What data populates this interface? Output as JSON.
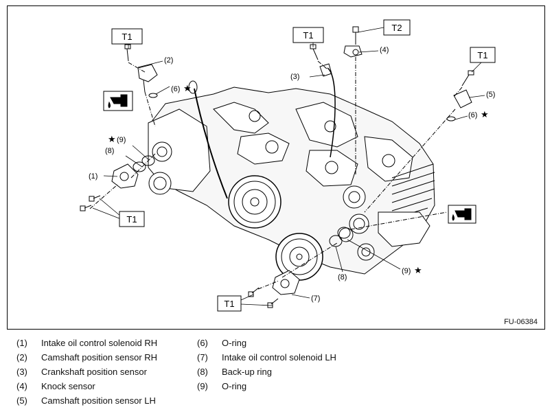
{
  "figure_code": "FU-06384",
  "torque_labels": {
    "t1": "T1",
    "t2": "T2"
  },
  "callouts": {
    "c1": "(1)",
    "c2": "(2)",
    "c3": "(3)",
    "c4": "(4)",
    "c5": "(5)",
    "c6a": "(6)",
    "c6b": "(6)",
    "c7": "(7)",
    "c8a": "(8)",
    "c8b": "(8)",
    "c9a": "(9)",
    "c9b": "(9)",
    "star": "★"
  },
  "legend": {
    "left": [
      {
        "num": "(1)",
        "text": "Intake oil control solenoid RH"
      },
      {
        "num": "(2)",
        "text": "Camshaft position sensor RH"
      },
      {
        "num": "(3)",
        "text": "Crankshaft position sensor"
      },
      {
        "num": "(4)",
        "text": "Knock sensor"
      },
      {
        "num": "(5)",
        "text": "Camshaft position sensor LH"
      }
    ],
    "right": [
      {
        "num": "(6)",
        "text": "O-ring"
      },
      {
        "num": "(7)",
        "text": "Intake oil control solenoid LH"
      },
      {
        "num": "(8)",
        "text": "Back-up ring"
      },
      {
        "num": "(9)",
        "text": "O-ring"
      }
    ]
  }
}
